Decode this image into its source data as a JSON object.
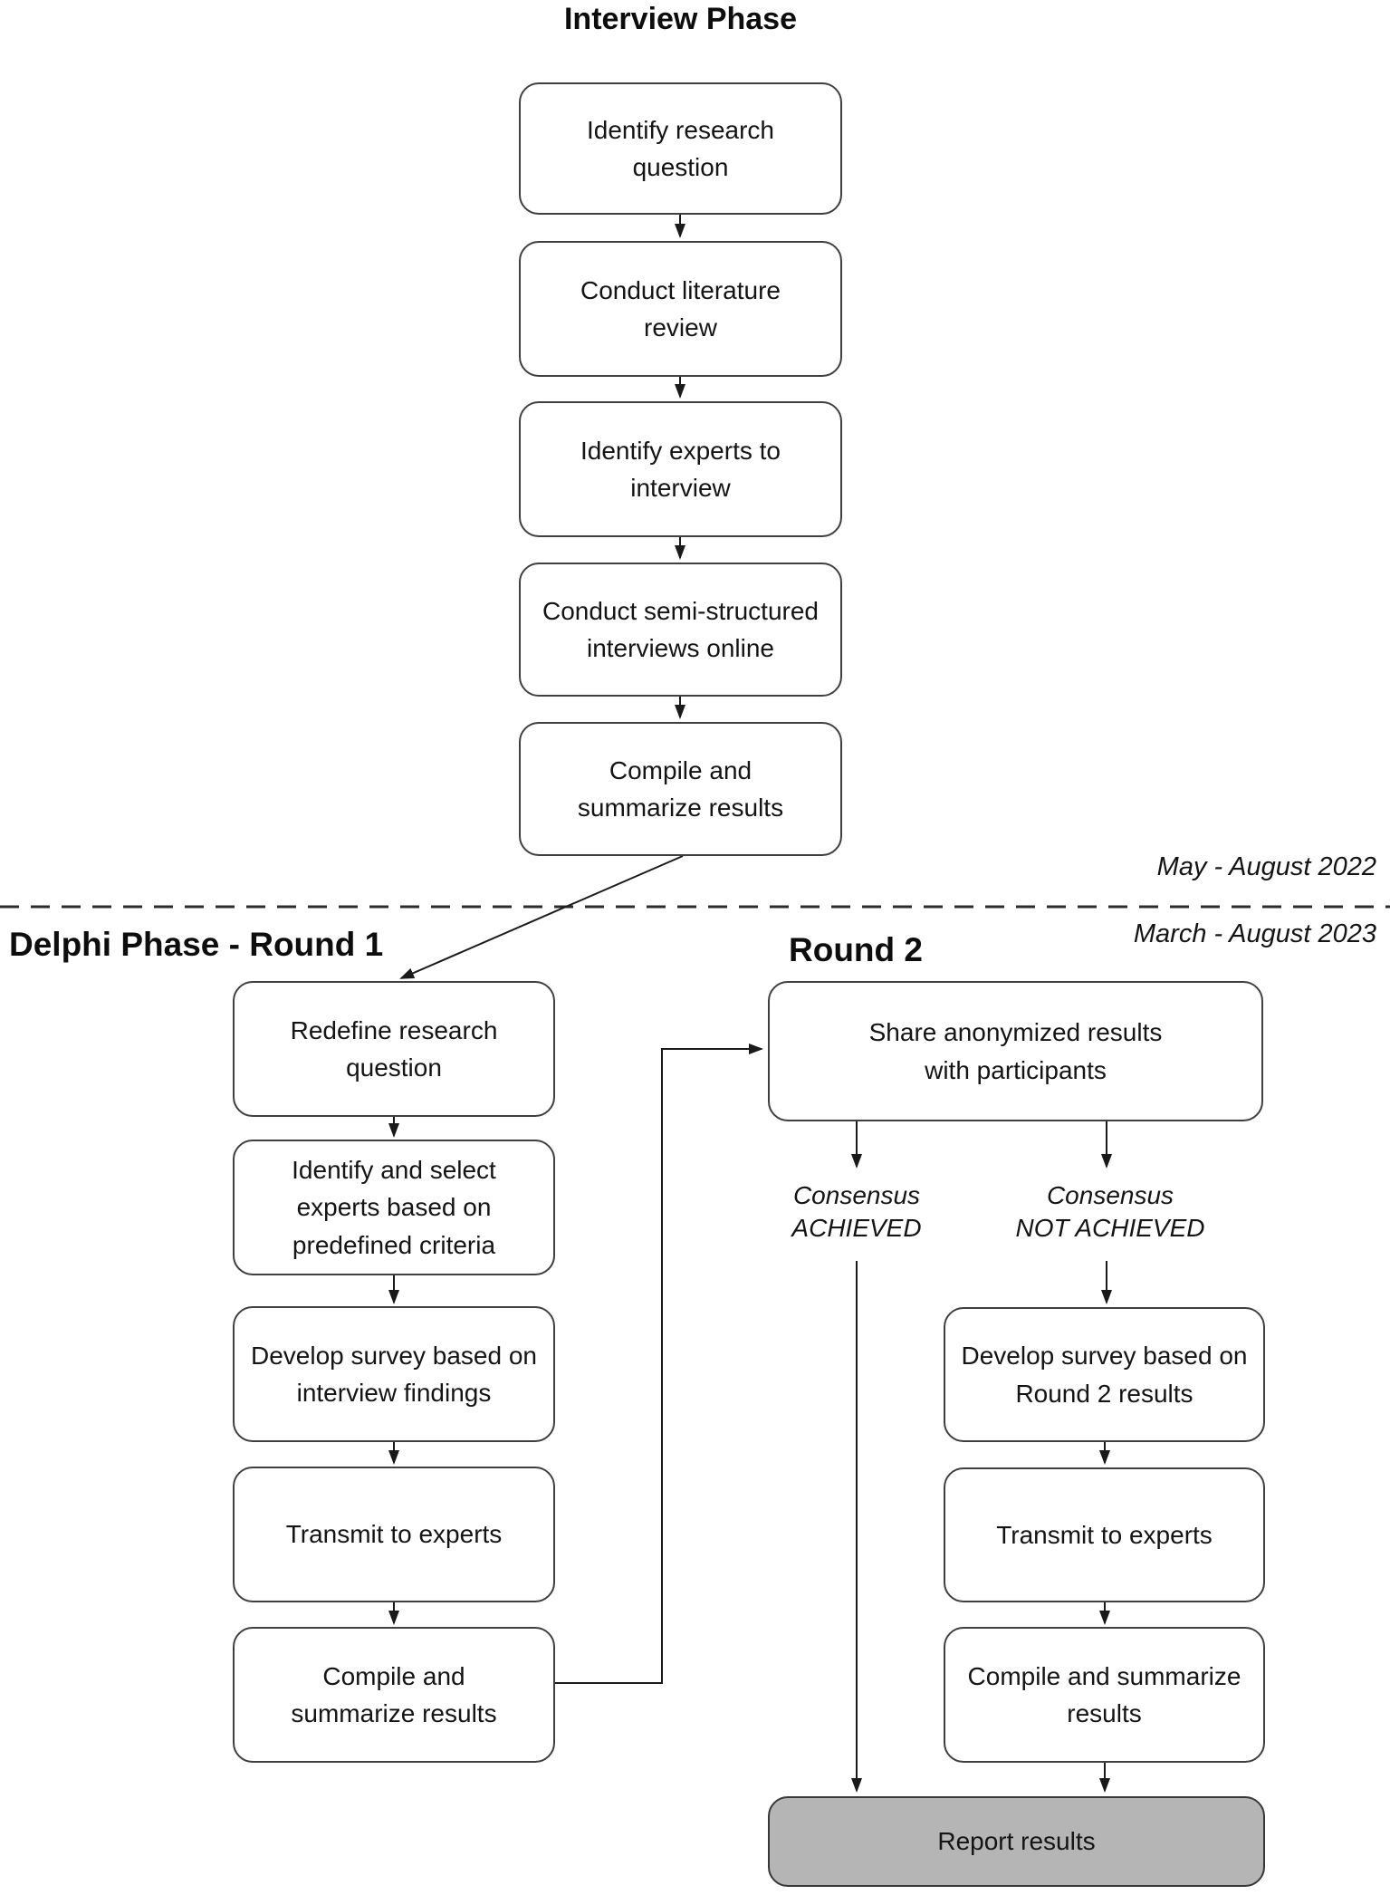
{
  "interview": {
    "title": "Interview Phase",
    "boxes": [
      "Identify research\nquestion",
      "Conduct literature\nreview",
      "Identify experts to\ninterview",
      "Conduct semi-structured\ninterviews online",
      "Compile and\nsummarize results"
    ]
  },
  "divider": {
    "period_top": "May - August 2022",
    "period_bottom": "March - August 2023"
  },
  "round1": {
    "title": "Delphi Phase - Round 1",
    "boxes": [
      "Redefine research\nquestion",
      "Identify and select\nexperts based on\npredefined criteria",
      "Develop survey based on\ninterview findings",
      "Transmit to experts",
      "Compile and\nsummarize results"
    ]
  },
  "round2": {
    "title": "Round 2",
    "share_box": "Share anonymized results\nwith participants",
    "consensus_achieved": "Consensus\nACHIEVED",
    "consensus_not_achieved": "Consensus\nNOT ACHIEVED",
    "boxes": [
      "Develop survey based on\nRound 2 results",
      "Transmit to experts",
      "Compile and summarize\nresults"
    ],
    "report_box": "Report results"
  },
  "colors": {
    "box_border": "#3f3f3f",
    "box_fill": "#ffffff",
    "report_fill": "#b5b5b5",
    "line": "#1a1a1a",
    "text": "#141414",
    "background": "#ffffff"
  }
}
